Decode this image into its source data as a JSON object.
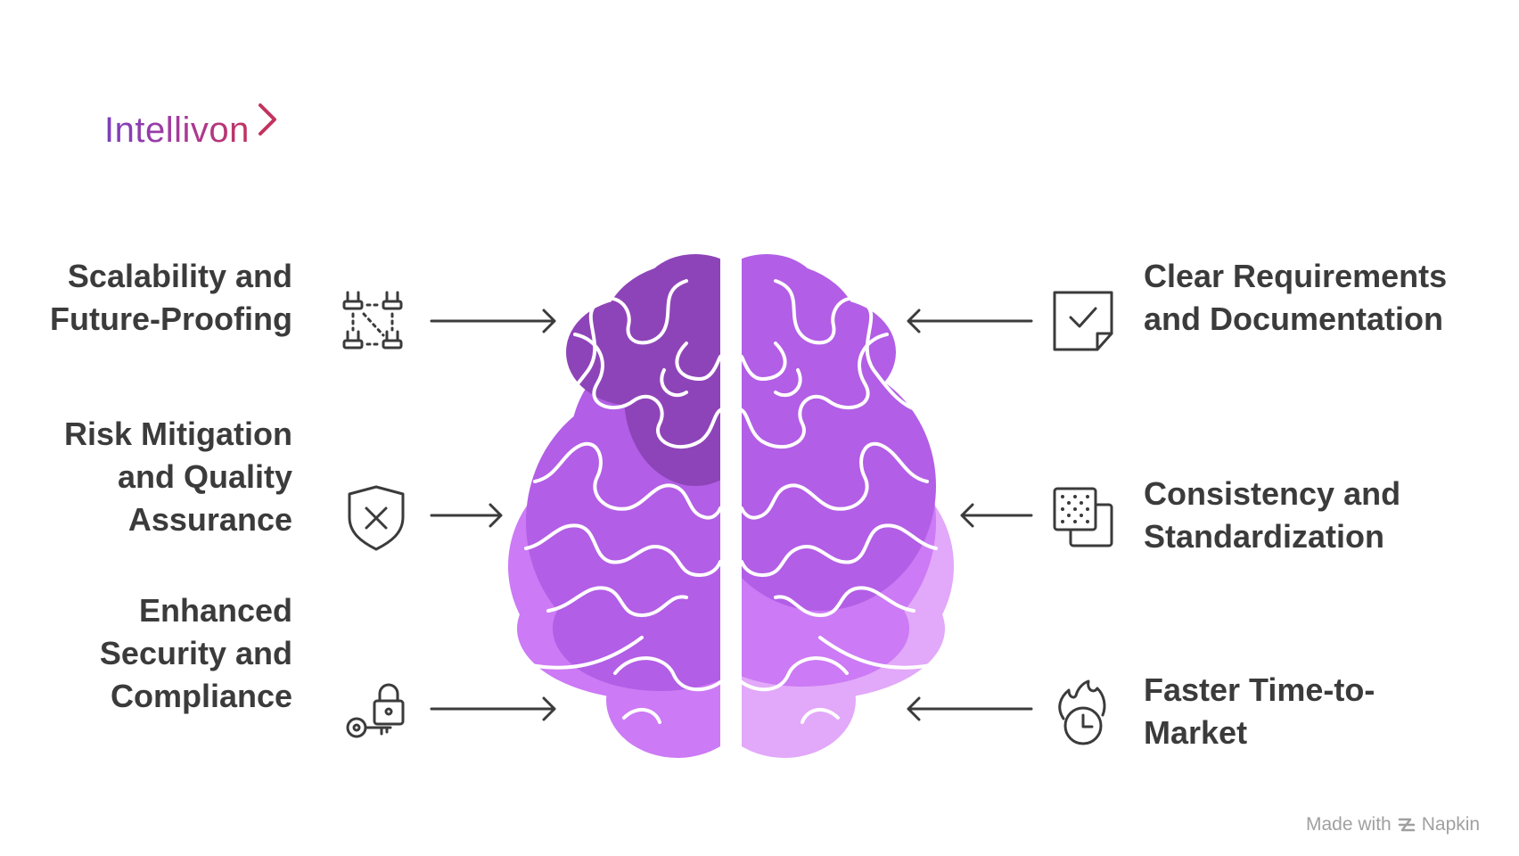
{
  "brand": {
    "name": "Intellivon"
  },
  "left_items": [
    {
      "lines": [
        "Scalability and",
        "Future-Proofing"
      ],
      "icon": "network-nodes-icon"
    },
    {
      "lines": [
        "Risk Mitigation",
        "and Quality",
        "Assurance"
      ],
      "icon": "shield-x-icon"
    },
    {
      "lines": [
        "Enhanced",
        "Security and",
        "Compliance"
      ],
      "icon": "key-lock-icon"
    }
  ],
  "right_items": [
    {
      "lines": [
        "Clear Requirements",
        "and Documentation"
      ],
      "icon": "checked-document-icon"
    },
    {
      "lines": [
        "Consistency and",
        "Standardization"
      ],
      "icon": "pattern-squares-icon"
    },
    {
      "lines": [
        "Faster Time-to-",
        "Market"
      ],
      "icon": "fire-clock-icon"
    }
  ],
  "footer": {
    "made_with": "Made with",
    "tool": "Napkin"
  },
  "colors": {
    "text": "#3b3b3b",
    "brain_dark": "#8e44b9",
    "brain_mid": "#b25ee6",
    "brain_light": "#cc7af5",
    "brain_pale": "#e2a8f9",
    "brand_start": "#7b3fbf",
    "brand_end": "#c2335e"
  }
}
